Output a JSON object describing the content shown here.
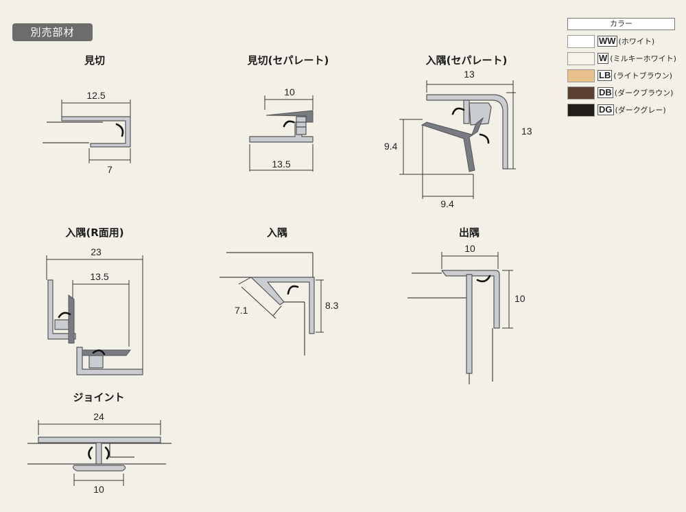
{
  "section_tag": "別売部材",
  "legend": {
    "header": "カラー",
    "colors": [
      {
        "code": "WW",
        "name": "(ホワイト)",
        "color": "#ffffff"
      },
      {
        "code": "W",
        "name": "(ミルキーホワイト)",
        "color": "#f7f3e8"
      },
      {
        "code": "LB",
        "name": "(ライトブラウン)",
        "color": "#e8c08c"
      },
      {
        "code": "DB",
        "name": "(ダークブラウン)",
        "color": "#5a4030"
      },
      {
        "code": "DG",
        "name": "(ダークグレー)",
        "color": "#221c1a"
      }
    ]
  },
  "parts": {
    "mikiri": {
      "title": "見切",
      "dims": [
        "12.5",
        "7"
      ]
    },
    "mikiri_sep": {
      "title": "見切(セパレート)",
      "dims": [
        "10",
        "13.5"
      ]
    },
    "irisumi_sep": {
      "title": "入隅(セパレート)",
      "dims": [
        "13",
        "13",
        "9.4",
        "9.4"
      ]
    },
    "irisumi_r": {
      "title": "入隅(R面用)",
      "dims": [
        "23",
        "13.5"
      ]
    },
    "irisumi": {
      "title": "入隅",
      "dims": [
        "7.1",
        "8.3"
      ]
    },
    "desumi": {
      "title": "出隅",
      "dims": [
        "10",
        "10"
      ]
    },
    "joint": {
      "title": "ジョイント",
      "dims": [
        "24",
        "10"
      ]
    }
  }
}
